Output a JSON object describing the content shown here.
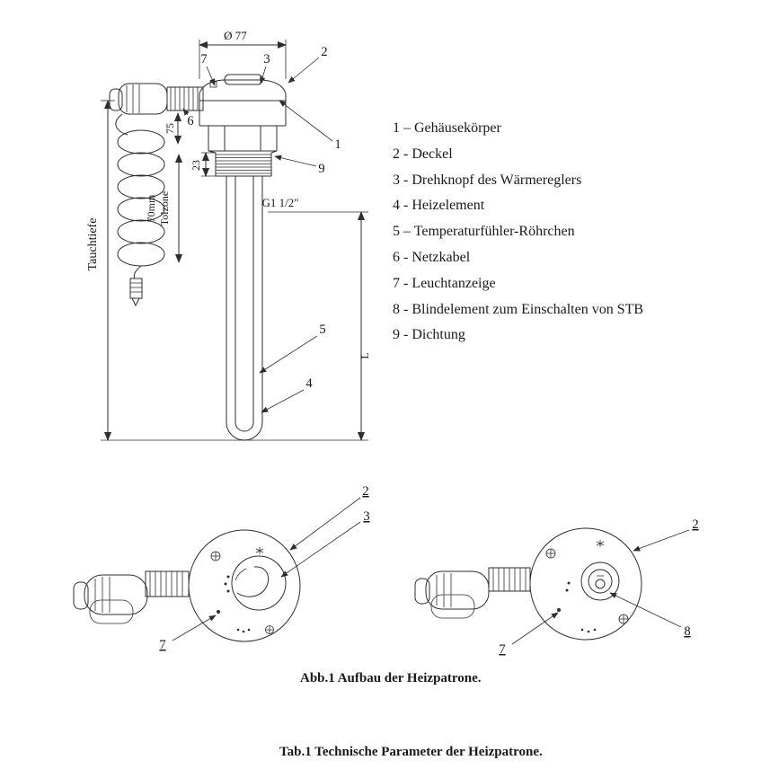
{
  "drawing": {
    "labels": {
      "diameter": "Ø 77",
      "d75": "75",
      "d23": "23",
      "d70mm": "70mm",
      "tolzone": "Tolzone",
      "tauchtiefe": "Tauchtiefe",
      "thread": "G1 1/2\"",
      "length": "L"
    },
    "callouts": {
      "c1": "1",
      "c2": "2",
      "c3": "3",
      "c4": "4",
      "c5": "5",
      "c6": "6",
      "c7": "7",
      "c9": "9"
    }
  },
  "views": {
    "left": {
      "c2": "2",
      "c3": "3",
      "c7": "7"
    },
    "right": {
      "c2": "2",
      "c7": "7",
      "c8": "8"
    }
  },
  "legend": {
    "items": [
      {
        "label": "1 – Gehäusekörper"
      },
      {
        "label": "2 - Deckel"
      },
      {
        "label": "3 - Drehknopf des Wärmereglers"
      },
      {
        "label": "4 - Heizelement"
      },
      {
        "label": "5 – Temperaturfühler-Röhrchen"
      },
      {
        "label": "6 - Netzkabel"
      },
      {
        "label": "7 - Leuchtanzeige"
      },
      {
        "label": "8 - Blindelement zum Einschalten von STB"
      },
      {
        "label": "9 - Dichtung"
      }
    ]
  },
  "captions": {
    "figure": "Abb.1 Aufbau der Heizpatrone.",
    "table": "Tab.1 Technische Parameter der Heizpatrone."
  }
}
